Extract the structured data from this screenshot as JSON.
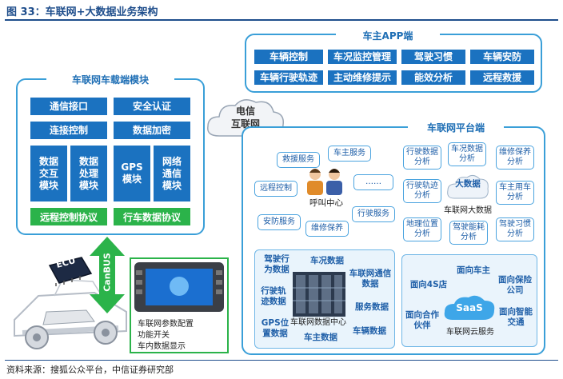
{
  "header": {
    "title": "图 33：车联网+大数据业务架构"
  },
  "footer": {
    "source": "资料来源：搜狐公众平台，中信证券研究部"
  },
  "app_panel": {
    "title": "车主APP端",
    "items": [
      "车辆控制",
      "车况监控管理",
      "驾驶习惯",
      "车辆安防",
      "车辆行驶轨迹",
      "主动维修提示",
      "能效分析",
      "远程救援"
    ]
  },
  "cloud": {
    "line1": "电信",
    "line2": "互联网"
  },
  "vehicle_panel": {
    "title": "车联网车载端模块",
    "comm": "通信接口",
    "auth": "安全认证",
    "conn": "连接控制",
    "encrypt": "数据加密",
    "mod1": "数据\n交互\n模块",
    "mod2": "数据\n处理\n模块",
    "mod3": "GPS\n模块",
    "mod4": "网络\n通信\n模块",
    "proto1": "远程控制协议",
    "proto2": "行车数据协议"
  },
  "hardware": {
    "ecu": "ECU",
    "bus": "CanBUS",
    "features": [
      "车联网参数配置",
      "功能开关",
      "车内数据显示"
    ]
  },
  "platform_panel": {
    "title": "车联网平台端",
    "call_center": {
      "label": "呼叫中心",
      "ellipsis": "……",
      "services": [
        "救援服务",
        "车主服务",
        "远程控制",
        "行驶服务",
        "安防服务",
        "维修保养"
      ]
    },
    "bigdata": {
      "label": "车联网大数据",
      "cloud_label": "大数据",
      "items": [
        "行驶数据分析",
        "车况数据分析",
        "维修保养分析",
        "行驶轨迹分析",
        "车主用车分析",
        "地理位置分析",
        "驾驶能耗分析",
        "驾驶习惯分析"
      ]
    },
    "datacenter": {
      "label": "车联网数据中心",
      "items": [
        "驾驶行为数据",
        "车况数据",
        "车联网通信数据",
        "行驶轨迹数据",
        "服务数据",
        "GPS位置数据",
        "车主数据",
        "车辆数据"
      ]
    },
    "saas": {
      "label": "SaaS",
      "caption": "车联网云服务",
      "items": [
        "面向车主",
        "面向4S店",
        "面向保险公司",
        "面向合作伙伴",
        "面向智能交通"
      ]
    }
  }
}
